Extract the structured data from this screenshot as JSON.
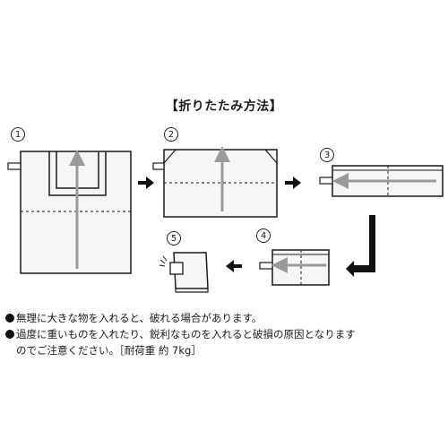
{
  "title": "【折りたたみ方法】",
  "steps": [
    "1",
    "2",
    "3",
    "4",
    "5"
  ],
  "notes": [
    "無理に大きな物を入れると、破れる場合があります。",
    "過度に重いものを入れたり、鋭利なものを入れると破損の原因となります",
    "のでご注意ください。［耐荷重 約 7kg］"
  ],
  "colors": {
    "bag_fill": "#f6f6f6",
    "outline": "#1a1a1a",
    "fold_arrow": "#9a9a9a",
    "step_arrow": "#111111"
  }
}
